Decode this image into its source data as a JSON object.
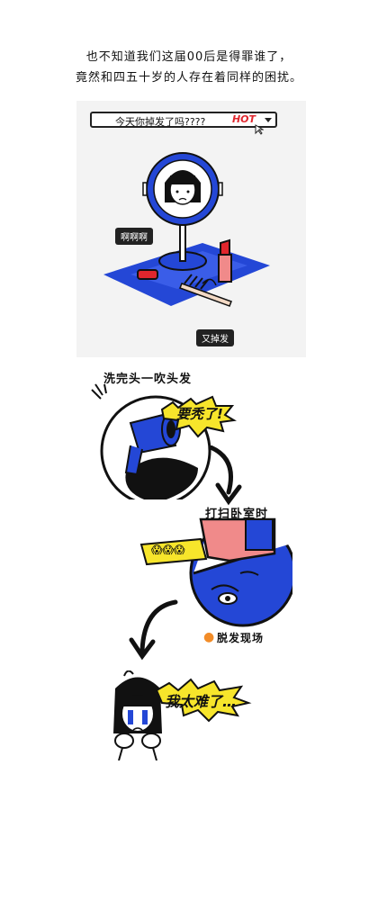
{
  "intro": {
    "line1": "也不知道我们这届00后是得罪谁了，",
    "line2": "竟然和四五十岁的人存在着同样的困扰。"
  },
  "search_bar": {
    "query": "今天你掉发了吗????",
    "badge": "HOT"
  },
  "panel1": {
    "bubble_left": "啊啊啊",
    "bubble_bottom": "又掉发"
  },
  "scene1": {
    "caption": "洗完头一吹头发",
    "exclaim": "要秃了!"
  },
  "scene2": {
    "caption": "打扫卧室时",
    "emoji": "😱😱😱",
    "location_label": "脱发现场"
  },
  "scene3": {
    "exclaim": "我太难了…"
  },
  "colors": {
    "blue": "#2447d6",
    "yellow": "#f7e52b",
    "red": "#e0262d",
    "pink": "#f08a8a"
  }
}
